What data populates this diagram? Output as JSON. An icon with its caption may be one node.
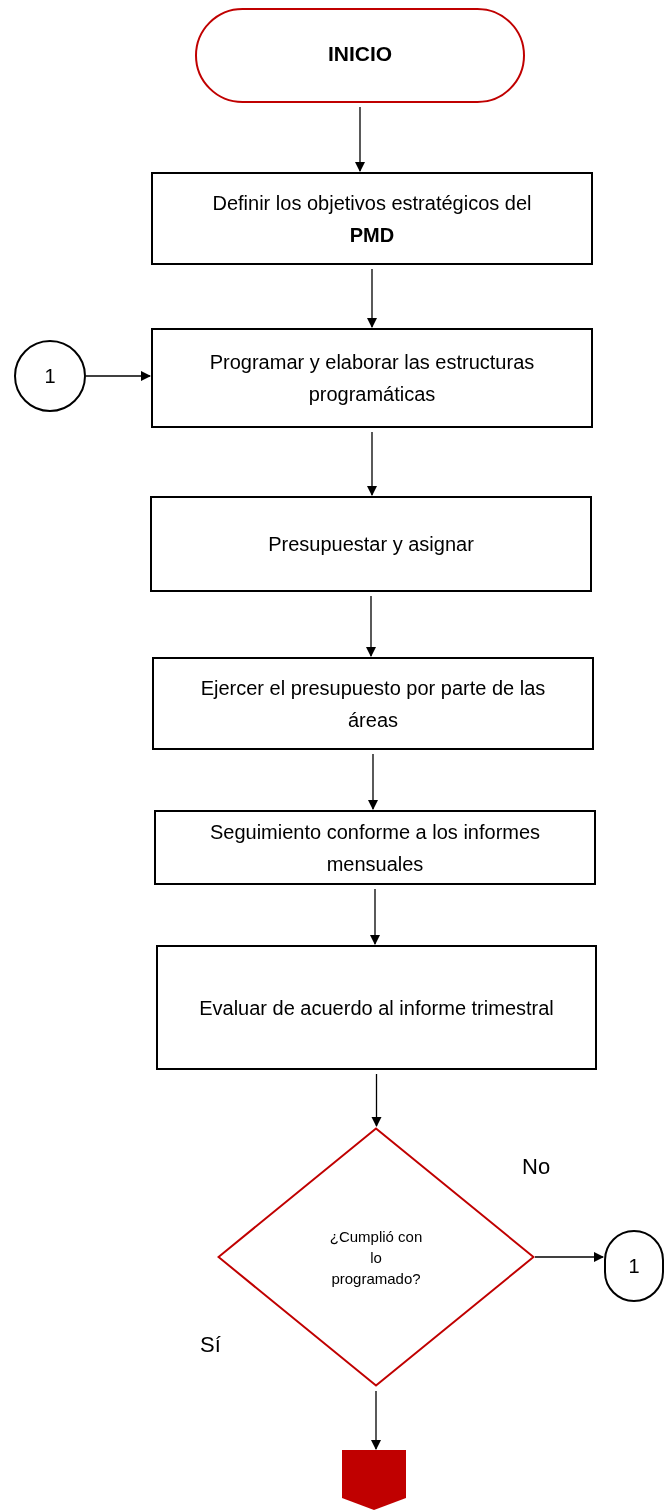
{
  "diagram": {
    "nodes": [
      {
        "text": [
          "INICIO"
        ]
      },
      {
        "text": [
          "Definir los objetivos estratégicos del **PMD**"
        ]
      },
      {
        "text": [
          "1"
        ]
      },
      {
        "text": [
          "Programar y elaborar las estructuras programáticas"
        ]
      },
      {
        "text": [
          "Presupuestar y asignar"
        ]
      },
      {
        "text": [
          "Ejercer el presupuesto por parte de las áreas"
        ]
      },
      {
        "text": [
          "Seguimiento conforme a los informes mensuales"
        ]
      },
      {
        "text": [
          "Evaluar de acuerdo al informe trimestral"
        ]
      },
      {
        "text": [
          "¿Cumplió con lo programado?"
        ]
      },
      {
        "text": [
          "1"
        ]
      },
      {
        "text": [],
        "shape": "pentagon"
      }
    ],
    "edges": [
      {
        "from": 0,
        "to": 1,
        "arrow": "to"
      },
      {
        "from": 1,
        "to": 3,
        "arrow": "to"
      },
      {
        "from": 2,
        "to": 3,
        "arrow": "to"
      },
      {
        "from": 3,
        "to": 4,
        "arrow": "to"
      },
      {
        "from": 4,
        "to": 5,
        "arrow": "to"
      },
      {
        "from": 5,
        "to": 6,
        "arrow": "to"
      },
      {
        "from": 6,
        "to": 7,
        "arrow": "to"
      },
      {
        "from": 7,
        "to": 8,
        "arrow": "to"
      },
      {
        "from": 8,
        "to": 9,
        "arrow": "to"
      },
      {
        "from": 8,
        "to": 10,
        "arrow": "to"
      }
    ],
    "labels": [
      "No",
      "Sí"
    ]
  }
}
